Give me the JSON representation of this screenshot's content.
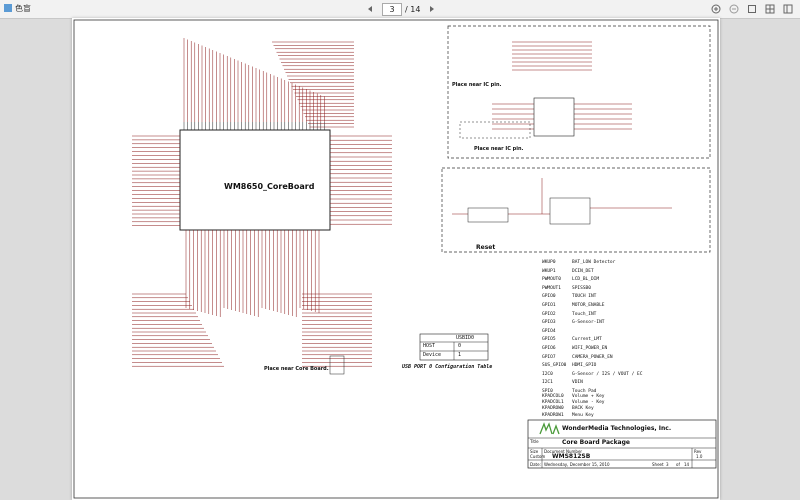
{
  "window": {
    "title": "色盲"
  },
  "nav": {
    "current_page": "3",
    "total_pages": "/ 14"
  },
  "schematic": {
    "chip_label": "WM8650_CoreBoard",
    "note_place_near_ic_1": "Place near IC pin.",
    "note_place_near_ic_2": "Place near IC pin.",
    "note_place_near_core": "Place near Core Board.",
    "reset_label": "Reset",
    "usb_table": {
      "header": "USBID0",
      "rows": [
        {
          "name": "HOST",
          "value": "0"
        },
        {
          "name": "Device",
          "value": "1"
        }
      ],
      "caption": "USB PORT 0 Configuration Table"
    },
    "gpio_legend": [
      {
        "pin": "WKUP0",
        "desc": "BAT_LOW Detector"
      },
      {
        "pin": "WKUP1",
        "desc": "DCIN_DET"
      },
      {
        "pin": "PWMOUT0",
        "desc": "LCD_BL_DIM"
      },
      {
        "pin": "PWMOUT1",
        "desc": "SPISSB0"
      },
      {
        "pin": "GPIO0",
        "desc": "TOUCH INT"
      },
      {
        "pin": "GPIO1",
        "desc": "MOTOR_ENABLE"
      },
      {
        "pin": "GPIO2",
        "desc": "Touch_INT"
      },
      {
        "pin": "GPIO3",
        "desc": "G-Sensor-INT"
      },
      {
        "pin": "GPIO4",
        "desc": ""
      },
      {
        "pin": "GPIO5",
        "desc": "Current_LMT"
      },
      {
        "pin": "GPIO6",
        "desc": "WIFI_POWER_EN"
      },
      {
        "pin": "GPIO7",
        "desc": "CAMERA_POWER_EN"
      },
      {
        "pin": "SUS_GPIO0",
        "desc": "HDMI_GPIO"
      },
      {
        "pin": "I2C0",
        "desc": "G-Sensor / I2S / VOUT / EC"
      },
      {
        "pin": "I2C1",
        "desc": "VDIN"
      },
      {
        "pin": "SPI0",
        "desc": "Touch Pad"
      }
    ],
    "key_legend": [
      {
        "pin": "KPADCOL0",
        "desc": "Volume + Key"
      },
      {
        "pin": "KPADCOL1",
        "desc": "Volume - Key"
      },
      {
        "pin": "KPADROW0",
        "desc": "BACK Key"
      },
      {
        "pin": "KPADROW1",
        "desc": "Menu Key"
      }
    ],
    "title_block": {
      "company": "WonderMedia Technologies, Inc.",
      "sheet_title": "Core Board Package",
      "document_number": "WMS812SB",
      "label_title": "Title",
      "label_size": "Size",
      "label_docnum": "Document Number",
      "label_rev": "Rev",
      "size_value": "Custom",
      "rev_value": "1.0",
      "label_date": "Date:",
      "date_value": "Wednesday, December 15, 2010",
      "label_sheet": "Sheet",
      "sheet_value": "3",
      "label_of": "of",
      "total_sheets": "14"
    }
  },
  "colors": {
    "accent": "#5b9bd5",
    "wire": "#8b1a1a",
    "pin_text": "#c0392b"
  }
}
